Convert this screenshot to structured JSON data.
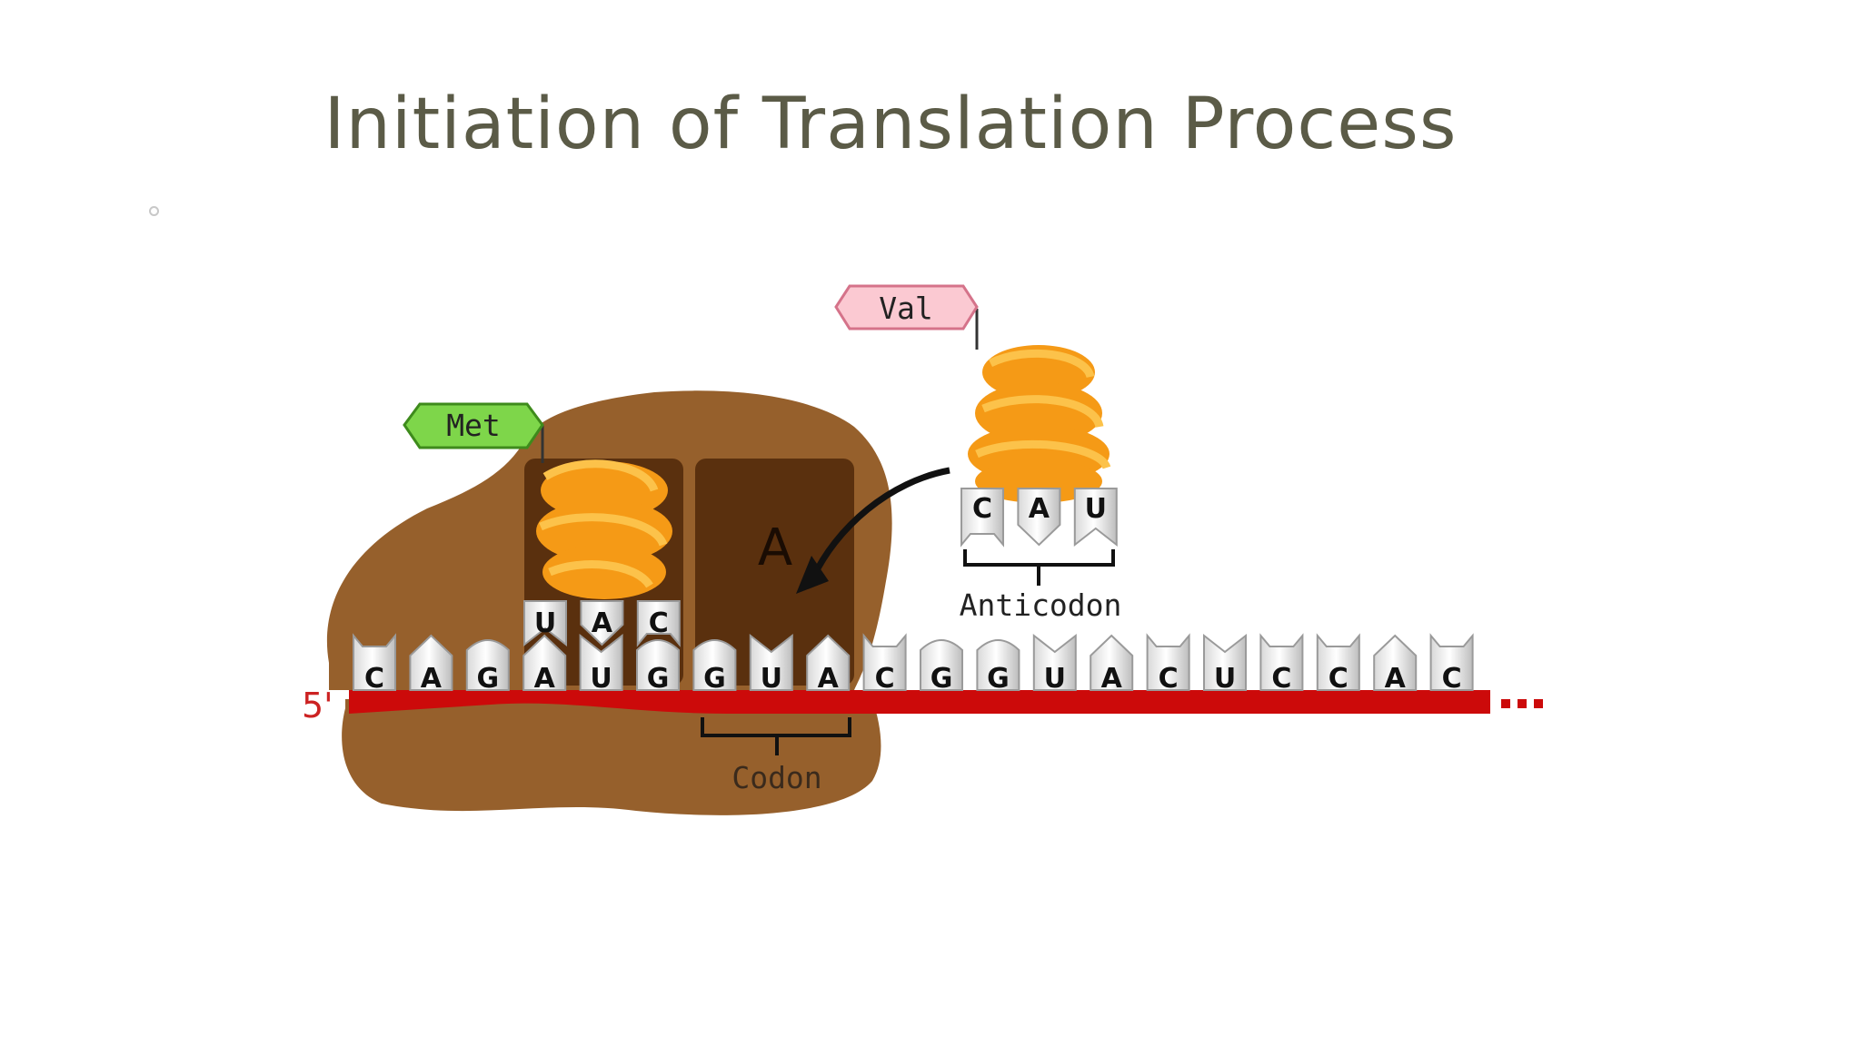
{
  "slide": {
    "title": "Initiation of Translation Process"
  },
  "diagram": {
    "five_prime_label": "5'",
    "p_site_label": "",
    "a_site_label": "A",
    "met_label": "Met",
    "val_label": "Val",
    "anticodon_label": "Anticodon",
    "codon_label": "Codon",
    "mrna_bases": [
      "C",
      "A",
      "G",
      "A",
      "U",
      "G",
      "G",
      "U",
      "A",
      "C",
      "G",
      "G",
      "U",
      "A",
      "C",
      "U",
      "C",
      "C",
      "A",
      "C"
    ],
    "p_site_trna_bases": [
      "U",
      "A",
      "C"
    ],
    "incoming_trna_bases": [
      "C",
      "A",
      "U"
    ],
    "colors": {
      "ribosome": "#96602c",
      "ribosome_site": "#5a300e",
      "mrna": "#cc0a0a",
      "trna": "#f59a16",
      "met_tag": "#7ed64a",
      "val_tag": "#fbc9d2",
      "title": "#5b5b47"
    }
  }
}
